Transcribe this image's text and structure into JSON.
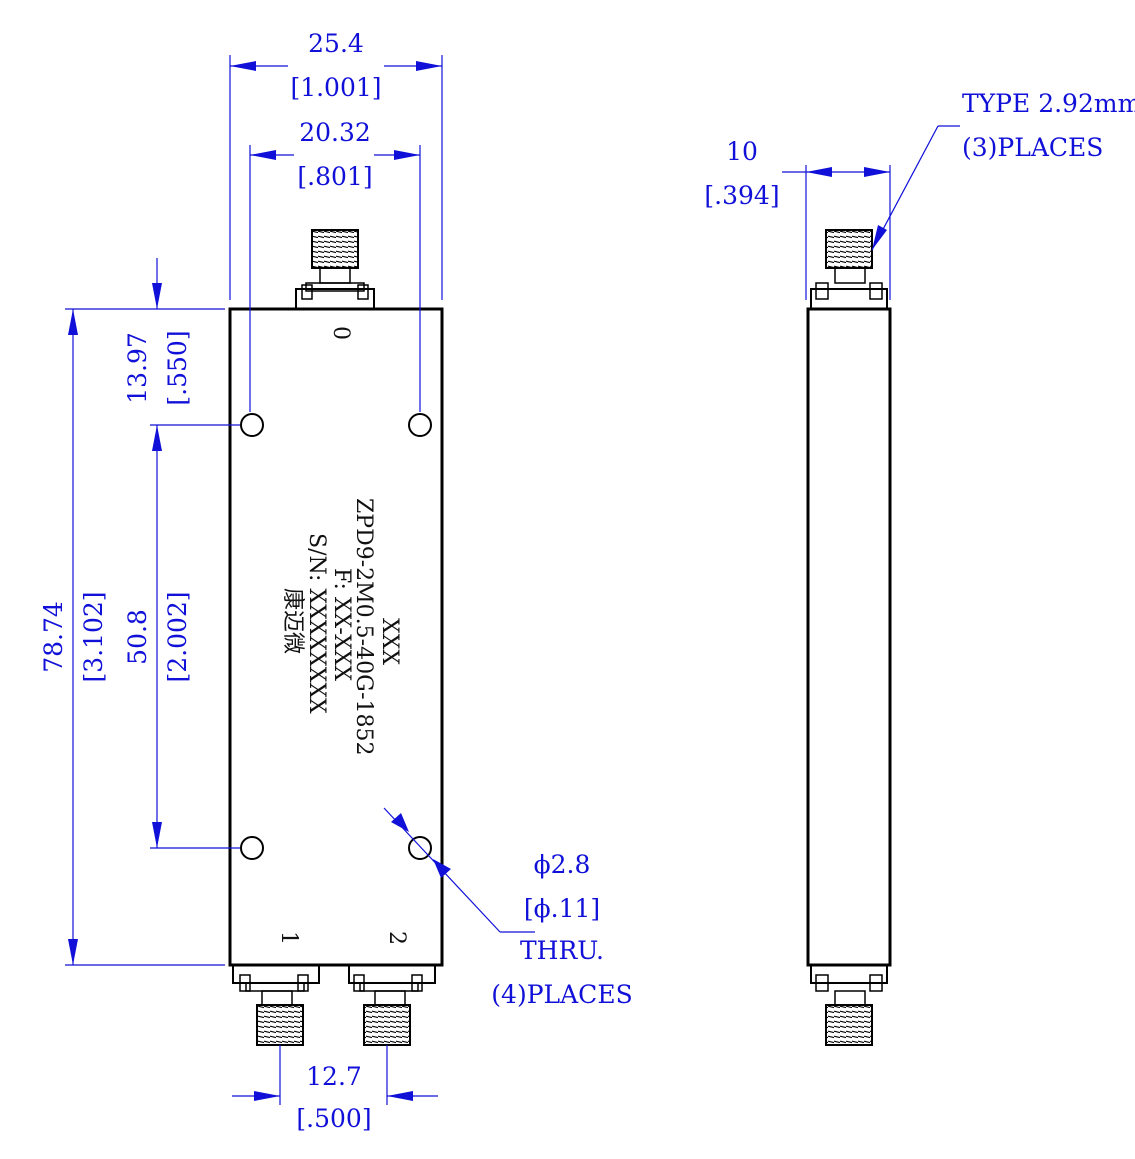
{
  "dimensions": {
    "overall_width": {
      "mm": "25.4",
      "inch": "[1.001]"
    },
    "hole_spacing_width": {
      "mm": "20.32",
      "inch": "[.801]"
    },
    "side_depth": {
      "mm": "10",
      "inch": "[.394]"
    },
    "hole_offset": {
      "mm": "13.97",
      "inch": "[.550]"
    },
    "overall_length": {
      "mm": "78.74",
      "inch": "[3.102]"
    },
    "hole_spacing_length": {
      "mm": "50.8",
      "inch": "[2.002]"
    },
    "port_spacing": {
      "mm": "12.7",
      "inch": "[.500]"
    }
  },
  "callouts": {
    "connector": {
      "line1": "TYPE 2.92mm",
      "line2": "(3)PLACES"
    },
    "hole": {
      "line1": "ϕ2.8",
      "line2": "[ϕ.11]",
      "line3": "THRU.",
      "line4": "(4)PLACES"
    }
  },
  "ports": {
    "common": "0",
    "port1": "1",
    "port2": "2"
  },
  "label": {
    "line1": "XXX",
    "line2": "ZPD9-2M0.5-40G-1852",
    "line3": "F: XX-XXX",
    "line4": "S/N: XXXXXXXX",
    "line5": "康迈微"
  },
  "colors": {
    "dimension": "#1010d8",
    "outline": "#000000"
  }
}
